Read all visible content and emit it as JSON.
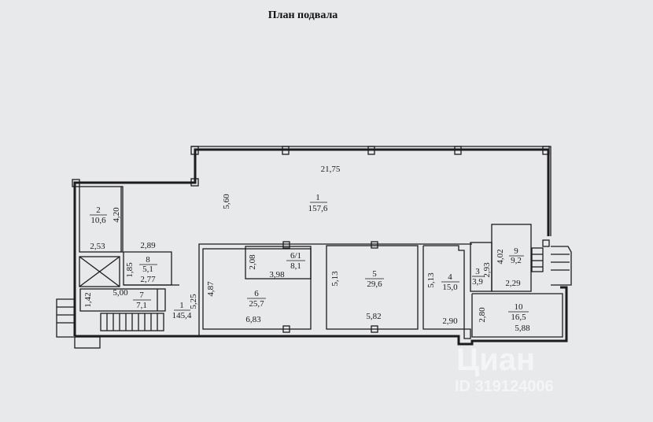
{
  "title": "План подвала",
  "rooms": {
    "r1_top": {
      "num": "1",
      "area": "157,6",
      "dim_w": "21,75",
      "dim_h": "5,60"
    },
    "r1_bottom": {
      "num": "1",
      "area": "145,4",
      "dim_h": "5,25"
    },
    "r2": {
      "num": "2",
      "area": "10,6",
      "dim_h": "4,20",
      "dim_w": "2,53"
    },
    "r8": {
      "num": "8",
      "area": "5,1",
      "dim_top": "2,89",
      "dim_h": "1,85",
      "dim_w": "2,77"
    },
    "r7": {
      "num": "7",
      "area": "7,1",
      "dim_w": "5,00",
      "dim_h": "1,42"
    },
    "r6": {
      "num": "6",
      "area": "25,7",
      "dim_h": "4,87",
      "dim_w": "6,83"
    },
    "r6_1": {
      "num": "6/1",
      "area": "8,1",
      "dim_h": "2,08",
      "dim_w": "3,98"
    },
    "r5": {
      "num": "5",
      "area": "29,6",
      "dim_h": "5,13",
      "dim_w": "5,82"
    },
    "r4": {
      "num": "4",
      "area": "15,0",
      "dim_h": "5,13",
      "dim_w": "2,90"
    },
    "r3": {
      "num": "3",
      "area": "3,9",
      "dim_h": "2,93"
    },
    "r9": {
      "num": "9",
      "area": "9,2",
      "dim_h": "4,02",
      "dim_w": "2,29"
    },
    "r10": {
      "num": "10",
      "area": "16,5",
      "dim_h": "2,80",
      "dim_w": "5,88"
    }
  },
  "watermark": {
    "brand": "Циан",
    "id": "ID 319124006"
  }
}
